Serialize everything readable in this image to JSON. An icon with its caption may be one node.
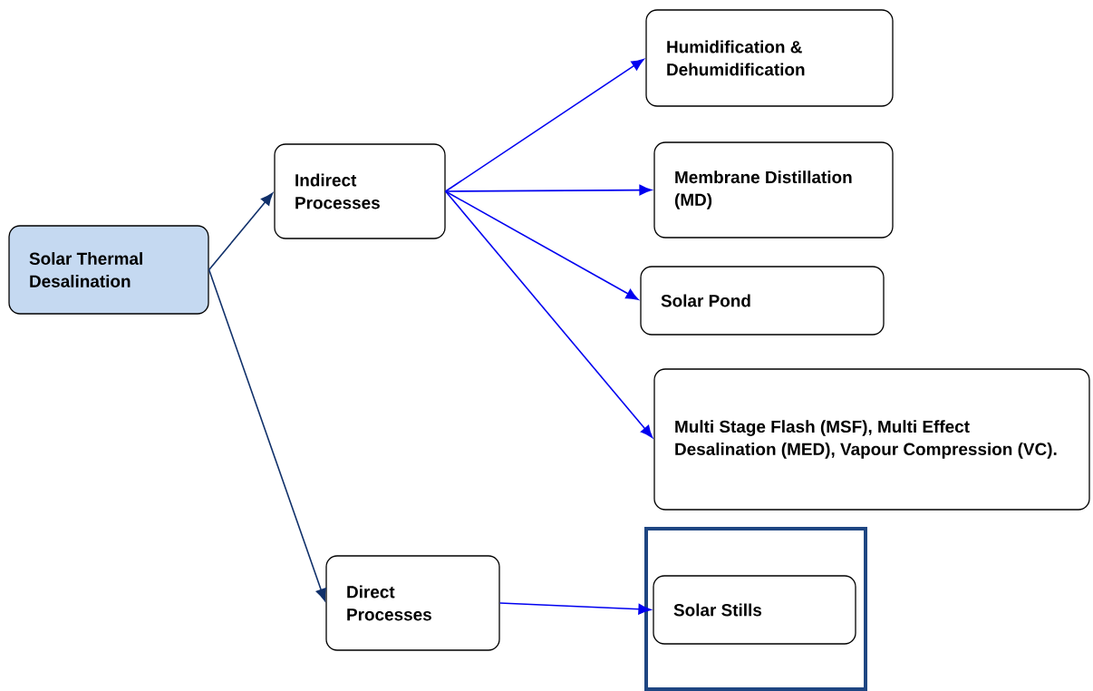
{
  "diagram": {
    "nodes": [
      {
        "text": [
          "Solar Thermal Desalination"
        ]
      },
      {
        "text": [
          "Indirect Processes"
        ]
      },
      {
        "text": [
          "Humidification & Dehumidification"
        ]
      },
      {
        "text": [
          "Membrane Distillation (MD)"
        ]
      },
      {
        "text": [
          "Solar Pond"
        ]
      },
      {
        "text": [
          "Multi Stage Flash (MSF), Multi Effect Desalination (MED), Vapour Compression (VC)."
        ]
      },
      {
        "text": [
          "Direct Processes"
        ]
      },
      {
        "text": [],
        "shape": "box"
      },
      {
        "text": [
          "Solar Stills"
        ],
        "in": 7
      }
    ],
    "edges": [
      {
        "from": 0,
        "to": 1,
        "arrow": "to",
        "color": "#10306a"
      },
      {
        "from": 0,
        "to": 6,
        "arrow": "to",
        "color": "#10306a"
      },
      {
        "from": 1,
        "to": 2,
        "arrow": "to"
      },
      {
        "from": 1,
        "to": 3,
        "arrow": "to"
      },
      {
        "from": 1,
        "to": 4,
        "arrow": "to"
      },
      {
        "from": 1,
        "to": 5,
        "arrow": "to"
      },
      {
        "from": 6,
        "to": 8,
        "arrow": "to"
      }
    ]
  }
}
